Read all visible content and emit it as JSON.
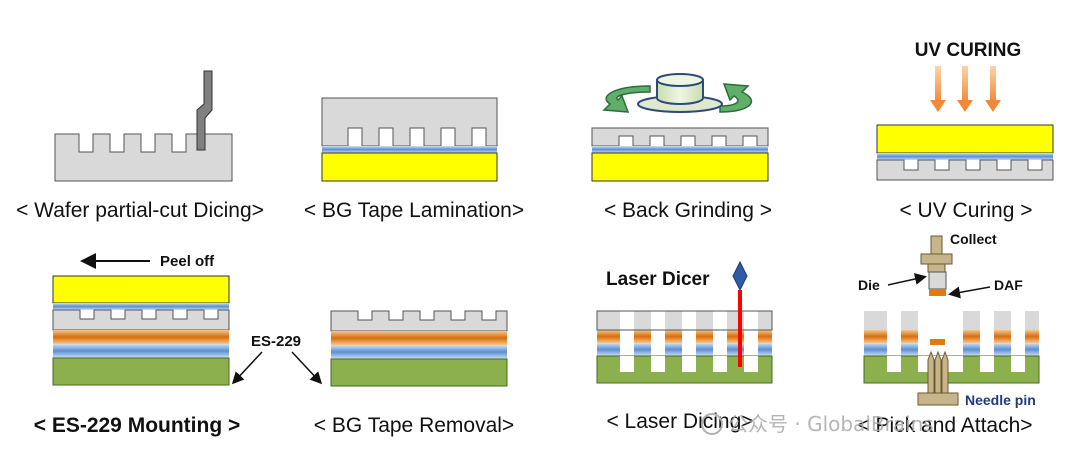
{
  "steps": [
    {
      "caption": "< Wafer partial-cut Dicing>"
    },
    {
      "caption": "< BG Tape Lamination>"
    },
    {
      "caption": "< Back Grinding >"
    },
    {
      "caption": "< UV Curing >",
      "label": "UV CURING"
    },
    {
      "caption": "< ES-229 Mounting >",
      "label": "Peel off",
      "label2": "ES-229"
    },
    {
      "caption": "< BG Tape Removal>"
    },
    {
      "caption": "< Laser Dicing>",
      "label": "Laser Dicer"
    },
    {
      "caption": "< Pick and Attach>",
      "labels": {
        "collect": "Collect",
        "die": "Die",
        "daf": "DAF",
        "needle": "Needle pin"
      }
    }
  ],
  "watermark": "公众号 · GlobalBrains",
  "colors": {
    "wafer": "#d9d9d9",
    "tape_yellow": "#ffff00",
    "blue_layer": "#6fa0d8",
    "orange_layer": "#e07b12",
    "green_layer": "#8db04e",
    "blade": "#808080",
    "laser": "#ff0000",
    "arrow_green": "#5fae6a",
    "uv_arrow": "#f4a460"
  }
}
